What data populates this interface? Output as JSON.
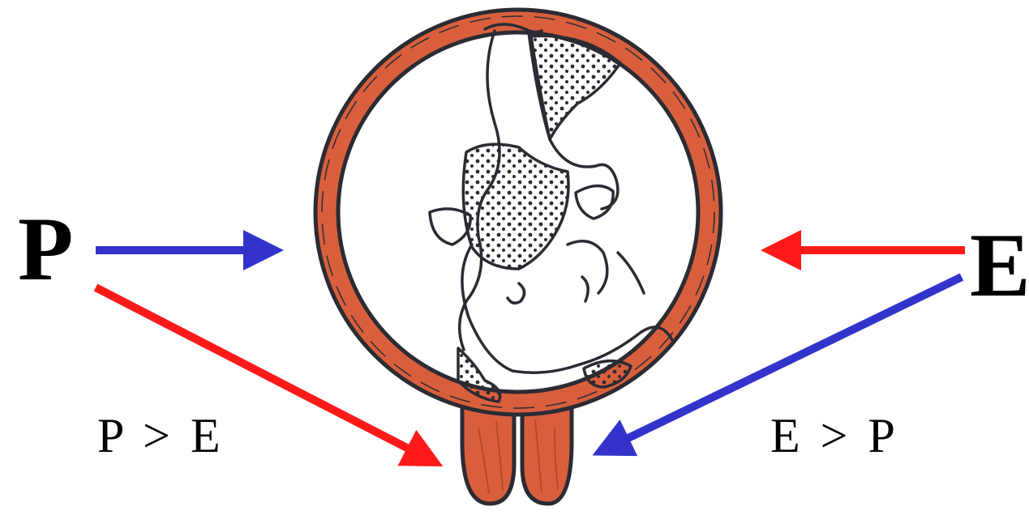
{
  "labels": {
    "progesterone": "P",
    "estrogen": "E",
    "p_greater_e": "P > E",
    "e_greater_p": "E > P"
  },
  "colors": {
    "uterine_wall": "#d95f3c",
    "outline": "#2b2b33",
    "arrow_blue": "#3333cc",
    "arrow_red": "#ff1a1a",
    "background": "#ffffff"
  }
}
